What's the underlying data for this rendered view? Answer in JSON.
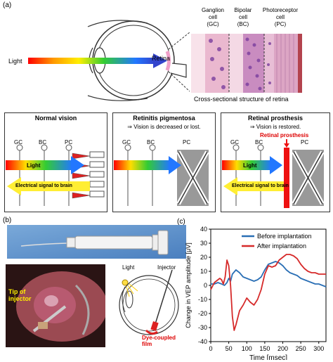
{
  "panel_a": {
    "letter": "(a)",
    "light_label": "Light",
    "retina_label": "Retina",
    "ganglion": "Ganglion\ncell\n(GC)",
    "bipolar": "Bipolar\ncell\n(BC)",
    "photoreceptor": "Photoreceptor\ncell\n(PC)",
    "caption": "Cross-sectional structure of retina",
    "boxes": [
      {
        "title": "Normal vision",
        "subtitle": ""
      },
      {
        "title": "Retinitis pigmentosa",
        "subtitle": "⇒ Vision is decreased or lost."
      },
      {
        "title": "Retinal prosthesis",
        "subtitle": "⇒ Vision is restored."
      }
    ],
    "gc": "GC",
    "bc": "BC",
    "pc": "PC",
    "light": "Light",
    "signal": "Electrical signal to brain",
    "prosthesis_label": "Retinal prosthesis"
  },
  "panel_b": {
    "letter": "(b)",
    "tip_label": "Tip of\ninjector",
    "light_label": "Light",
    "injector_label": "Injector",
    "film_label": "Dye-coupled\nfilm"
  },
  "panel_c": {
    "letter": "(c)"
  },
  "chart_data": {
    "type": "line",
    "xlabel": "Time [msec]",
    "ylabel": "Change in VEP amplitude [μV]",
    "xlim": [
      0,
      320
    ],
    "ylim": [
      -40,
      40
    ],
    "xticks": [
      0,
      50,
      100,
      150,
      200,
      250,
      300
    ],
    "yticks": [
      -40,
      -30,
      -20,
      -10,
      0,
      10,
      20,
      30,
      40
    ],
    "legend_position": "top-right",
    "colors": {
      "before": "#2a6fb5",
      "after": "#d62a2a"
    },
    "series": [
      {
        "name": "Before implantation",
        "x": [
          0,
          10,
          20,
          30,
          38,
          45,
          50,
          55,
          60,
          70,
          80,
          90,
          100,
          110,
          120,
          130,
          140,
          150,
          160,
          170,
          180,
          190,
          200,
          210,
          220,
          230,
          240,
          250,
          260,
          270,
          280,
          290,
          300,
          310,
          320
        ],
        "y": [
          1,
          1,
          2,
          1,
          0,
          2,
          5,
          3,
          8,
          11,
          9,
          6,
          5,
          4,
          3,
          4,
          6,
          11,
          15,
          16,
          17,
          16,
          14,
          11,
          9,
          8,
          7,
          5,
          4,
          3,
          2,
          1,
          1,
          0,
          -1
        ]
      },
      {
        "name": "After implantation",
        "x": [
          0,
          10,
          20,
          25,
          30,
          35,
          40,
          45,
          50,
          55,
          60,
          65,
          70,
          80,
          90,
          100,
          110,
          120,
          130,
          140,
          150,
          160,
          170,
          180,
          190,
          200,
          210,
          220,
          230,
          240,
          250,
          260,
          270,
          280,
          290,
          300,
          310,
          320
        ],
        "y": [
          -3,
          2,
          4,
          5,
          4,
          1,
          6,
          18,
          14,
          0,
          -22,
          -32,
          -28,
          -18,
          -14,
          -9,
          -12,
          -14,
          -10,
          -3,
          8,
          14,
          13,
          14,
          18,
          20,
          22,
          22,
          21,
          19,
          15,
          12,
          10,
          9,
          9,
          8,
          8,
          8
        ]
      }
    ]
  }
}
